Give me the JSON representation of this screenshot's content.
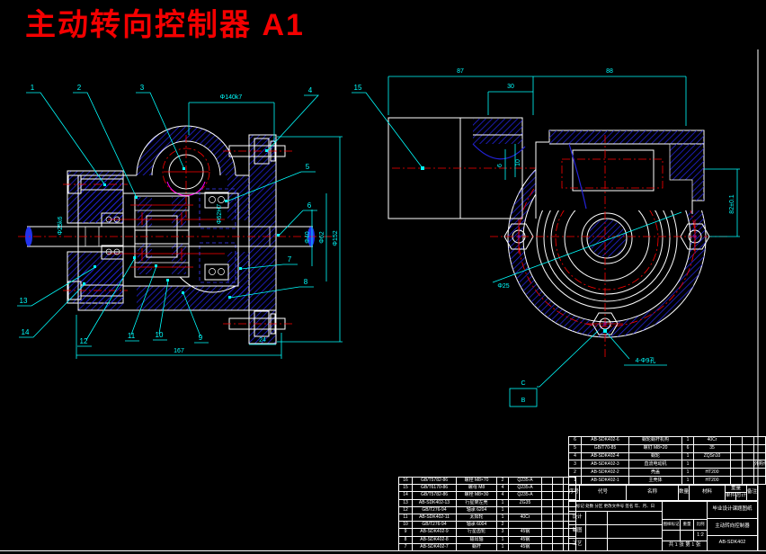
{
  "title": {
    "text": "主动转向控制器  A1"
  },
  "colors": {
    "accent_red": "#f40000",
    "line_white": "#ffffff",
    "hatch_blue": "#2323d8",
    "dim_cyan": "#00ffff",
    "magenta": "#ff00ff"
  },
  "left_view": {
    "balloons": [
      "1",
      "2",
      "3",
      "4",
      "5",
      "6",
      "7",
      "8",
      "9",
      "10",
      "11",
      "12",
      "13",
      "14"
    ],
    "dims": {
      "top": "Φ140k7",
      "overall": "167",
      "small": "24",
      "v1": "Φ40",
      "v2": "Φ62",
      "v3": "Φ152",
      "shaft": "Φ25k6",
      "hub": "Φ62H7"
    }
  },
  "right_view": {
    "balloon": "15",
    "dims": {
      "w1": "87",
      "w2": "88",
      "w3": "30",
      "h1": "82±0.1",
      "t1": "6",
      "t2": "10"
    },
    "labels": {
      "holes": "4-Φ9孔",
      "bore": "Φ25",
      "detail_top": "C",
      "detail_box": "B"
    }
  },
  "bom": {
    "header": {
      "no": "序号",
      "code": "代号",
      "name": "名称",
      "qty": "数量",
      "mat": "材料",
      "weight": "重量",
      "unit": "单件",
      "total": "总计",
      "remark": "备注"
    },
    "right_rows": [
      [
        "6",
        "AB-SDK402-6",
        "蜗轮蜗杆机构",
        "1",
        "40Cr",
        "",
        "",
        ""
      ],
      [
        "5",
        "GB/T70-85",
        "螺钉 M8×20",
        "6",
        "35",
        "",
        "",
        ""
      ],
      [
        "4",
        "AB-SDK402-4",
        "蜗轮",
        "1",
        "ZQSn10",
        "",
        "",
        ""
      ],
      [
        "3",
        "AB-SDK402-3",
        "直流电动机",
        "1",
        "",
        "",
        "",
        "外购件"
      ],
      [
        "2",
        "AB-SDK402-2",
        "壳盖",
        "1",
        "HT200",
        "",
        "",
        ""
      ],
      [
        "1",
        "AB-SDK402-1",
        "主壳体",
        "1",
        "HT200",
        "",
        "",
        ""
      ]
    ],
    "left_rows": [
      [
        "16",
        "GB/T5782-86",
        "螺栓 M8×70",
        "2",
        "Q235-A",
        "",
        "",
        ""
      ],
      [
        "15",
        "GB/T6170-86",
        "螺母 M8",
        "4",
        "Q235-A",
        "",
        "",
        ""
      ],
      [
        "14",
        "GB/T5782-86",
        "螺栓 M8×30",
        "4",
        "Q235-A",
        "",
        "",
        ""
      ],
      [
        "13",
        "AB-SDK402-13",
        "行星架左壳",
        "1",
        "ZG35",
        "",
        "",
        ""
      ],
      [
        "12",
        "GB/T276-94",
        "轴承 6204",
        "1",
        "",
        "",
        "",
        ""
      ],
      [
        "11",
        "AB-SDK402-11",
        "太阳轮",
        "1",
        "40Cr",
        "",
        "",
        ""
      ],
      [
        "10",
        "GB/T276-94",
        "轴承 6004",
        "2",
        "",
        "",
        "",
        ""
      ],
      [
        "9",
        "AB-SDK402-9",
        "行星齿轮",
        "3",
        "45钢",
        "",
        "",
        ""
      ],
      [
        "8",
        "AB-SDK402-8",
        "输出轴",
        "1",
        "45钢",
        "",
        "",
        ""
      ],
      [
        "7",
        "AB-SDK402-7",
        "蜗杆",
        "1",
        "45钢",
        "",
        "",
        ""
      ]
    ]
  },
  "title_block": {
    "sign_note": "标记 处数 分区 更改文件号 签名 年、月、日",
    "sign_rows": [
      "设计",
      "制图",
      "工艺"
    ],
    "mark": "图样标记",
    "weight": "重量",
    "scale_label": "比例",
    "scale": "1:2",
    "sheet": "共 1 张 第 1 张",
    "course": "毕业设计课题图纸",
    "product": "主动转向控制器",
    "code": "AB-SDK402"
  }
}
